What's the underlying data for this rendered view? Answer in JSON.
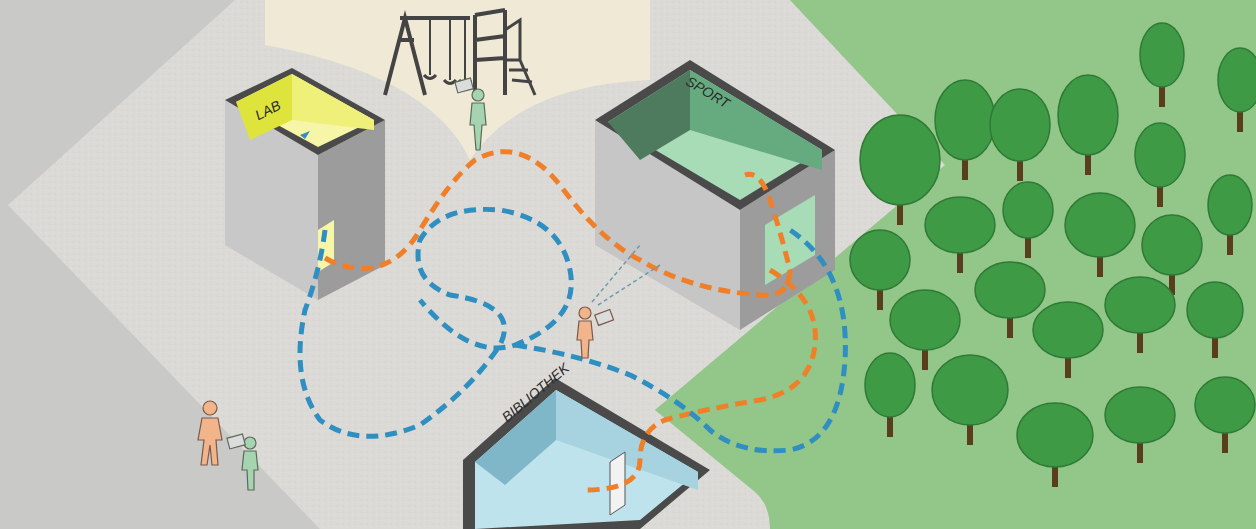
{
  "diagram": {
    "nodes": [
      {
        "text": [
          "LAB"
        ]
      },
      {
        "text": [
          "SPORT"
        ]
      },
      {
        "text": [
          "BIBLIOTHEK"
        ]
      }
    ]
  }
}
